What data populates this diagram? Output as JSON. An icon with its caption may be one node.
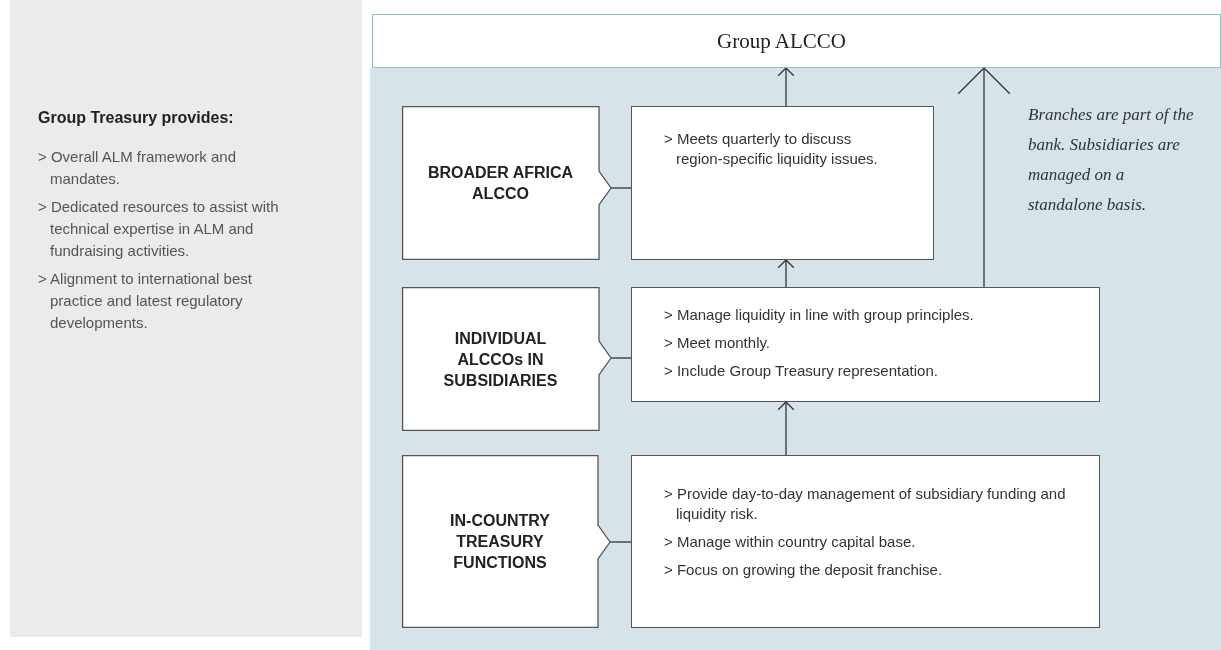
{
  "diagram": {
    "nodes": [
      {
        "text": [
          "Group Treasury provides:",
          "> Overall ALM framework and mandates.",
          "> Dedicated resources to assist with technical expertise in ALM and fundraising activities.",
          "> Alignment to international best practice and latest regulatory developments."
        ]
      },
      {
        "text": [
          "Group ALCCO"
        ]
      },
      {
        "text": [
          "BROADER AFRICA ALCCO"
        ]
      },
      {
        "text": [
          "> Meets quarterly to discuss region-specific liquidity issues."
        ]
      },
      {
        "text": [
          "INDIVIDUAL ALCCOs IN SUBSIDIARIES"
        ]
      },
      {
        "text": [
          "> Manage liquidity in line with group principles.",
          "> Meet monthly.",
          "> Include Group Treasury representation."
        ]
      },
      {
        "text": [
          "IN-COUNTRY TREASURY FUNCTIONS"
        ]
      },
      {
        "text": [
          "> Provide day-to-day management of subsidiary funding and liquidity risk.",
          "> Manage within country capital base.",
          "> Focus on growing the deposit franchise."
        ]
      }
    ],
    "edges": [
      {
        "from": 2,
        "to": 3,
        "arrow": "none"
      },
      {
        "from": 4,
        "to": 5,
        "arrow": "none"
      },
      {
        "from": 6,
        "to": 7,
        "arrow": "none"
      },
      {
        "from": 3,
        "to": 1,
        "arrow": "to"
      },
      {
        "from": 5,
        "to": 3,
        "arrow": "to"
      },
      {
        "from": 7,
        "to": 5,
        "arrow": "to"
      },
      {
        "from": 5,
        "to": 1,
        "arrow": "to"
      }
    ],
    "labels": [
      "Branches are part of the bank. Subsidiaries are managed on a standalone basis."
    ]
  }
}
